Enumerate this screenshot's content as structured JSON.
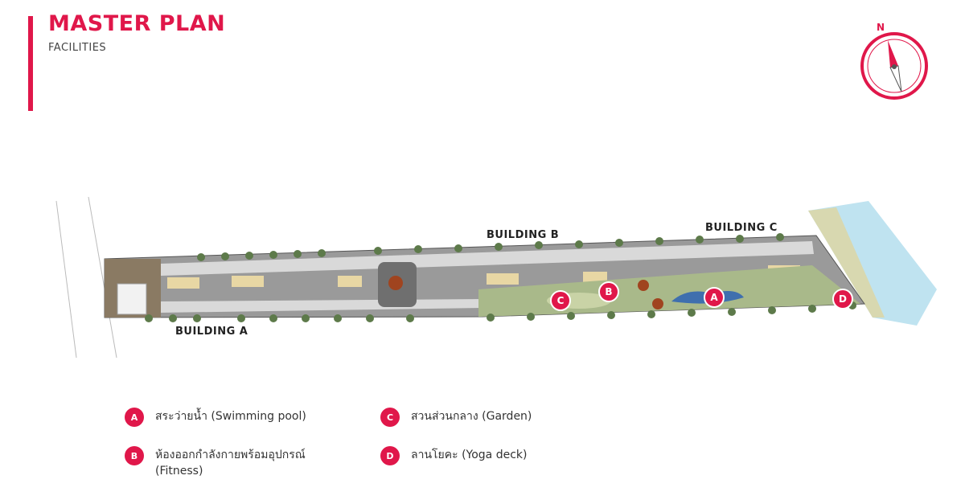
{
  "header": {
    "title": "MASTER PLAN",
    "subtitle": "FACILITIES"
  },
  "compass": {
    "label": "N"
  },
  "buildings": {
    "a": "BUILDING A",
    "b": "BUILDING B",
    "c": "BUILDING C"
  },
  "markers": {
    "a": "A",
    "b": "B",
    "c": "C",
    "d": "D"
  },
  "legend": [
    {
      "key": "A",
      "text": "สระว่ายน้ำ (Swimming pool)"
    },
    {
      "key": "B",
      "text": "ห้องออกกำลังกายพร้อมอุปกรณ์",
      "text2": "(Fitness)"
    },
    {
      "key": "C",
      "text": "สวนส่วนกลาง (Garden)"
    },
    {
      "key": "D",
      "text": "ลานโยคะ (Yoga deck)"
    }
  ],
  "colors": {
    "accent": "#e0174a",
    "road": "#8c8c8c",
    "garden": "#a9b98a",
    "water": "#bfe3f0"
  }
}
